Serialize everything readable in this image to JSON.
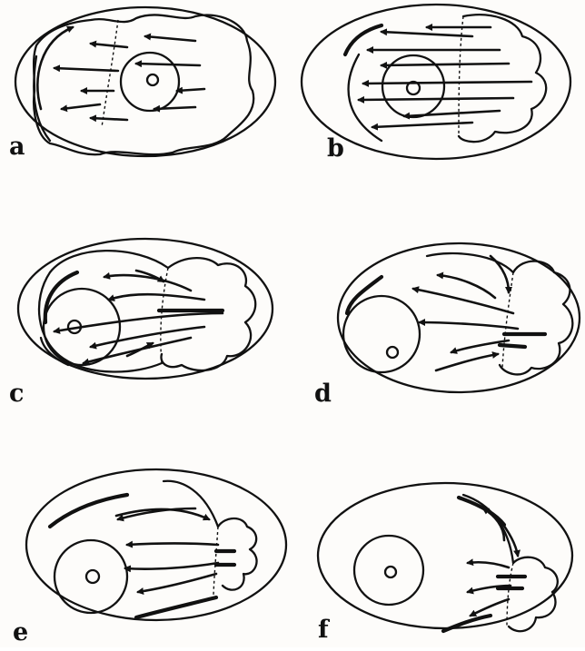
{
  "figure": {
    "panels": [
      {
        "id": "a",
        "label": "a"
      },
      {
        "id": "b",
        "label": "b"
      },
      {
        "id": "c",
        "label": "c"
      },
      {
        "id": "d",
        "label": "d"
      },
      {
        "id": "e",
        "label": "e"
      },
      {
        "id": "f",
        "label": "f"
      }
    ]
  },
  "colors": {
    "ink": "#111111",
    "paper": "#fdfcfa"
  }
}
